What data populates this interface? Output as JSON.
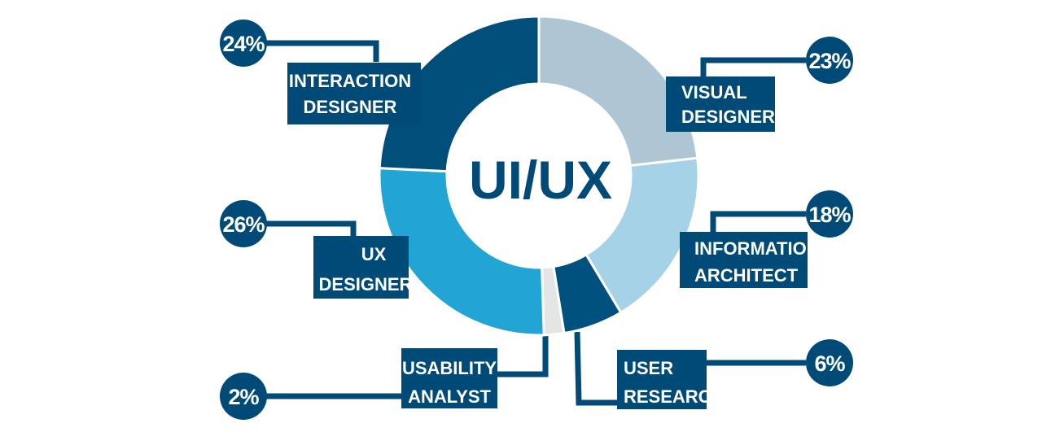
{
  "chart_data": {
    "type": "pie",
    "center_label": "UI/UX",
    "slices": [
      {
        "label_lines": [
          "VISUAL",
          "DESIGNER"
        ],
        "value": 23,
        "value_label": "23%",
        "color": "#aec5d3"
      },
      {
        "label_lines": [
          "INFORMATION",
          "ARCHITECT"
        ],
        "value": 18,
        "value_label": "18%",
        "color": "#a6d2e8"
      },
      {
        "label_lines": [
          "USER",
          "RESEARCH"
        ],
        "value": 6,
        "value_label": "6%",
        "color": "#00517d"
      },
      {
        "label_lines": [
          "USABILITY",
          "ANALYST"
        ],
        "value": 2,
        "value_label": "2%",
        "color": "#e4e6e6"
      },
      {
        "label_lines": [
          "UX",
          "DESIGNER"
        ],
        "value": 26,
        "value_label": "26%",
        "color": "#22a5d4"
      },
      {
        "label_lines": [
          "INTERACTION",
          "DESIGNER"
        ],
        "value": 24,
        "value_label": "24%",
        "color": "#004e7a"
      }
    ],
    "label_color": "#004a78",
    "center_text_color": "#004a78"
  }
}
